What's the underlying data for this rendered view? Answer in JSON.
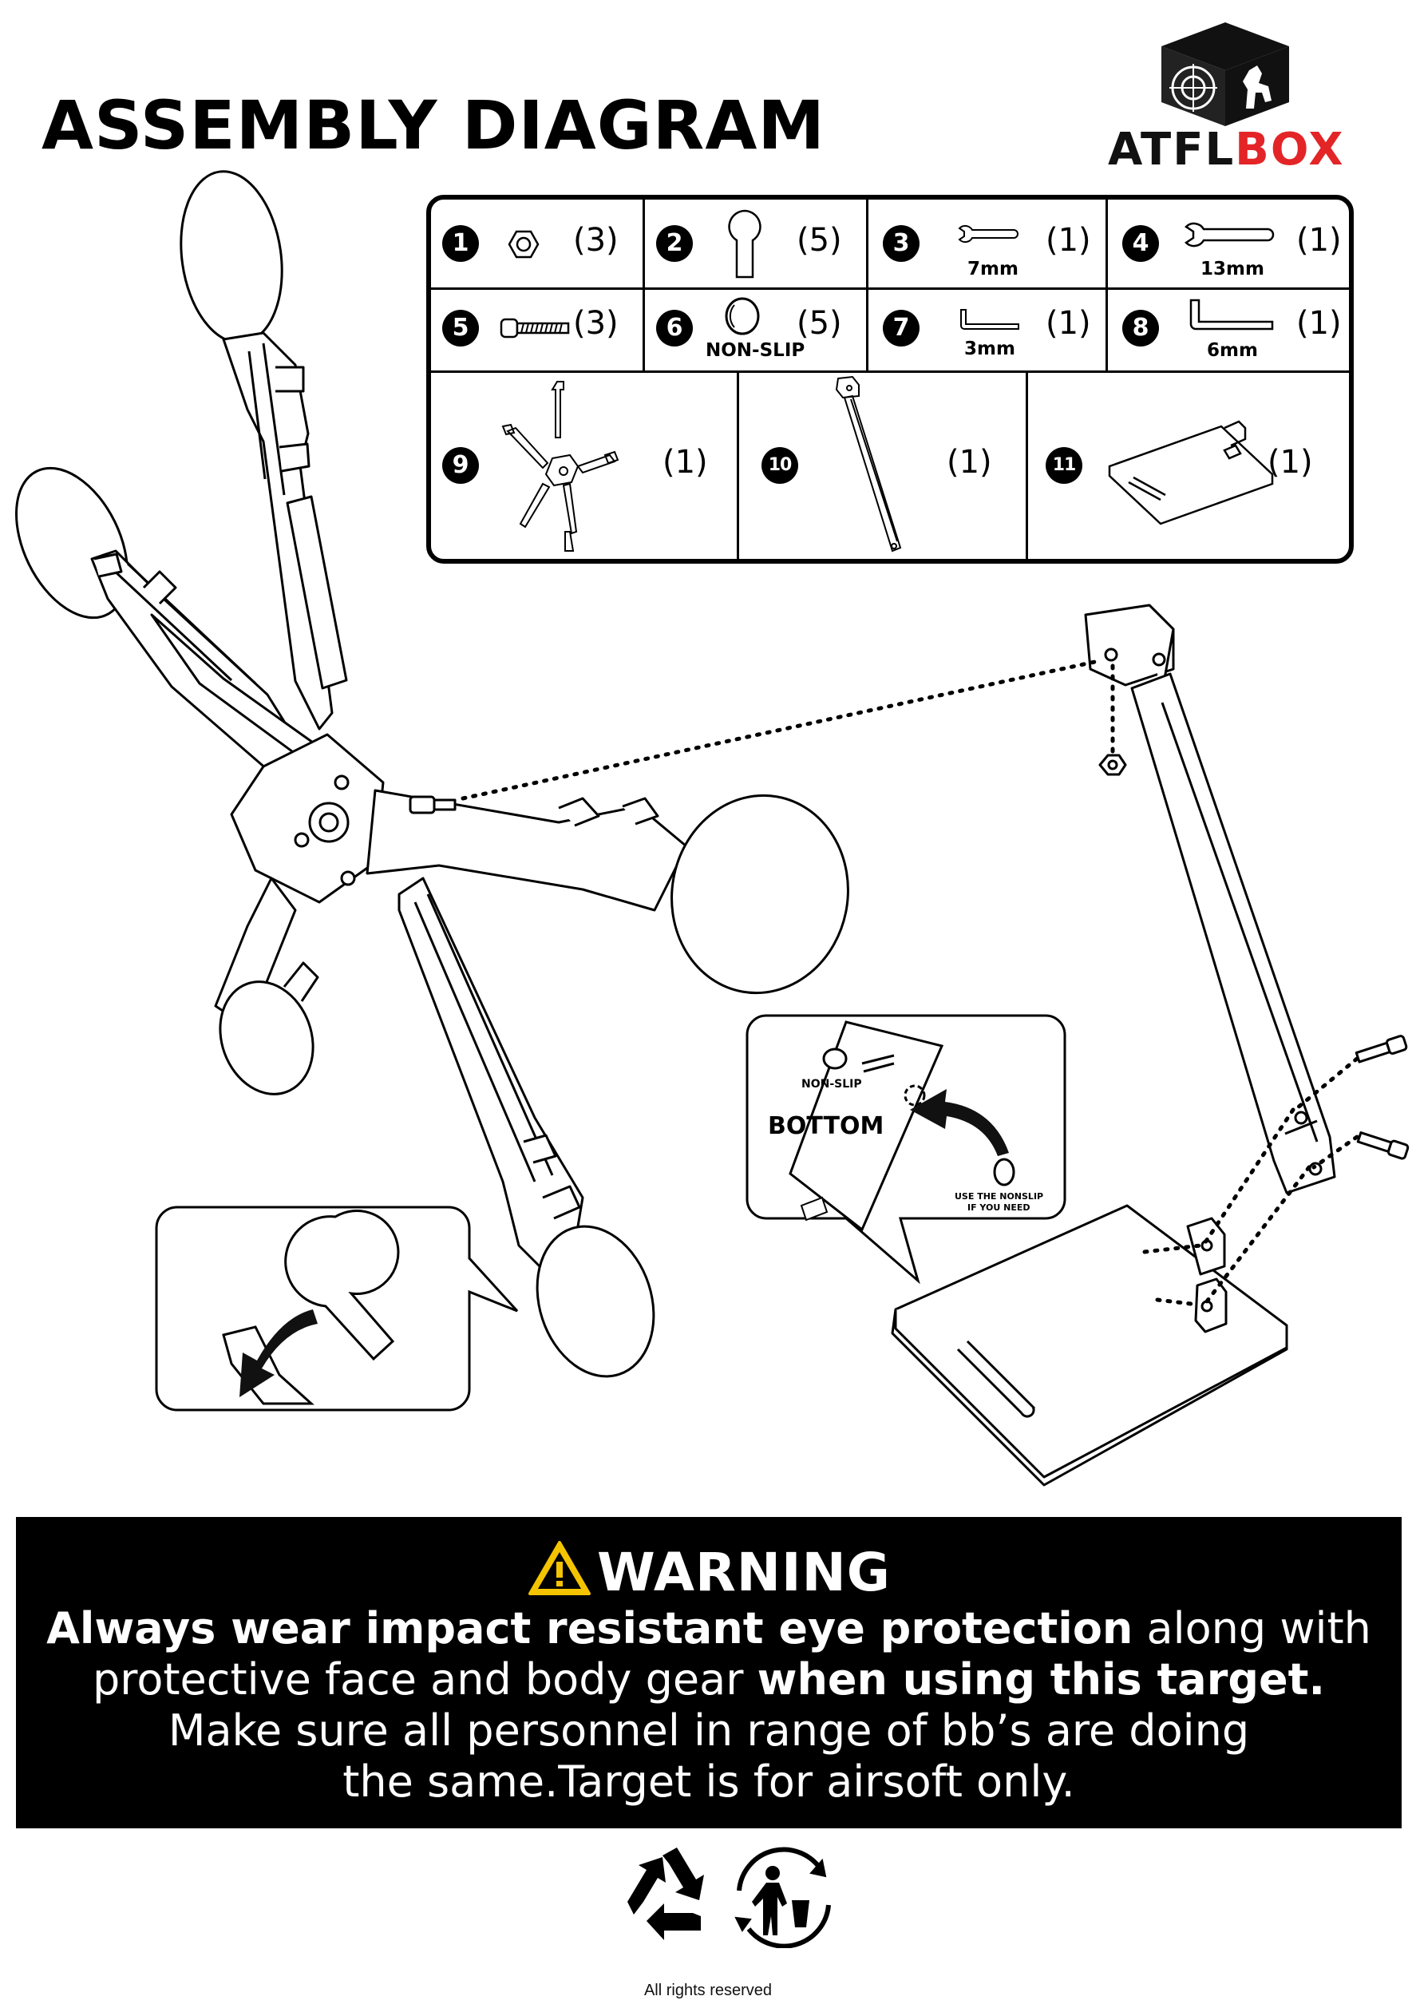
{
  "title": "ASSEMBLY DIAGRAM",
  "logo": {
    "text_main": "ATFL",
    "text_accent": "BOX",
    "accent_color": "#e32528"
  },
  "parts": [
    {
      "num": "1",
      "icon": "hex-nut-icon",
      "qty": "(3)",
      "sub": ""
    },
    {
      "num": "2",
      "icon": "target-plate-icon",
      "qty": "(5)",
      "sub": ""
    },
    {
      "num": "3",
      "icon": "wrench-icon",
      "qty": "(1)",
      "sub": "7mm"
    },
    {
      "num": "4",
      "icon": "wrench-icon",
      "qty": "(1)",
      "sub": "13mm"
    },
    {
      "num": "5",
      "icon": "bolt-icon",
      "qty": "(3)",
      "sub": ""
    },
    {
      "num": "6",
      "icon": "non-slip-pad-icon",
      "qty": "(5)",
      "sub": "NON-SLIP"
    },
    {
      "num": "7",
      "icon": "hex-key-icon",
      "qty": "(1)",
      "sub": "3mm"
    },
    {
      "num": "8",
      "icon": "hex-key-icon",
      "qty": "(1)",
      "sub": "6mm"
    },
    {
      "num": "9",
      "icon": "target-frame-icon",
      "qty": "(1)",
      "sub": ""
    },
    {
      "num": "10",
      "icon": "support-arm-icon",
      "qty": "(1)",
      "sub": ""
    },
    {
      "num": "11",
      "icon": "base-plate-icon",
      "qty": "(1)",
      "sub": ""
    }
  ],
  "callout_bottom": {
    "label": "BOTTOM",
    "non_slip": "NON-SLIP",
    "hint_line1": "USE THE NONSLIP",
    "hint_line2": "IF YOU NEED"
  },
  "warning": {
    "heading": "WARNING",
    "line1_bold": "Always wear impact resistant eye protection",
    "line1_rest": " along with",
    "line2_start": "protective face and body gear ",
    "line2_bold": "when using this target.",
    "line3": "Make sure all personnel in range of bb’s are doing",
    "line4": "the same.Target is for airsoft only.",
    "icon_color": "#f4c400"
  },
  "footer": "All rights reserved"
}
